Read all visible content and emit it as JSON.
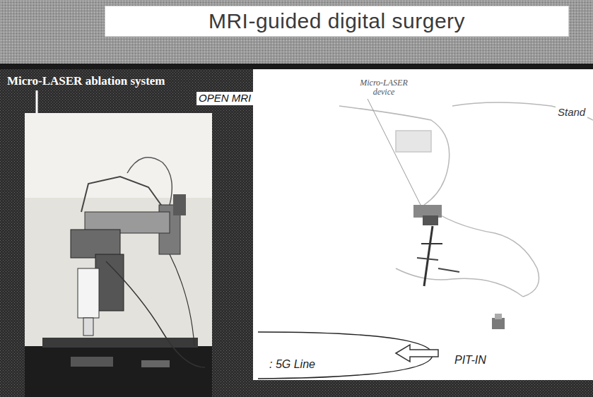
{
  "diagram": {
    "title": "MRI-guided digital surgery",
    "labels": [
      "Micro-LASER ablation system",
      "OPEN MRI",
      "Micro-LASER device",
      "Stand",
      ": 5G Line",
      "PIT-IN"
    ]
  }
}
